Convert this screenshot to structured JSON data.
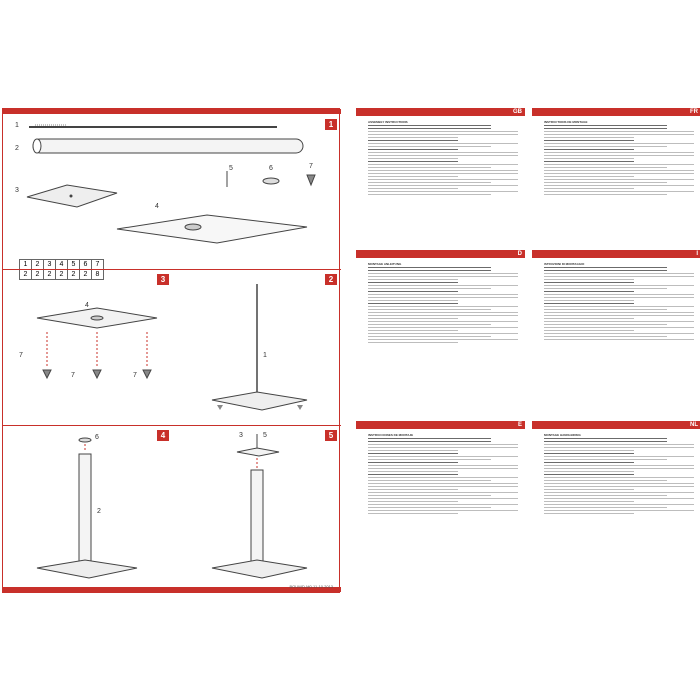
{
  "steps": [
    {
      "num": "1",
      "label": "step-1"
    },
    {
      "num": "2",
      "label": "step-2"
    },
    {
      "num": "3",
      "label": "step-3"
    },
    {
      "num": "4",
      "label": "step-4"
    },
    {
      "num": "5",
      "label": "step-5"
    }
  ],
  "callouts": {
    "s1_rod": "1",
    "s1_tube": "2",
    "s1_base": "3",
    "s1_plate": "4",
    "s1_screw": "5",
    "s1_disc": "6",
    "s1_spike": "7",
    "s2_rod": "1",
    "s2_plate": "4",
    "s2_spike_a": "7",
    "s2_spike_b": "7",
    "s2_spike_c": "7",
    "s3_tube": "2",
    "s3_cap": "6",
    "s4_base": "3",
    "s4_screw": "5"
  },
  "parts_table": {
    "header": [
      "1",
      "2",
      "3",
      "4",
      "5",
      "6",
      "7"
    ],
    "qty": [
      "2",
      "2",
      "2",
      "2",
      "2",
      "2",
      "8"
    ]
  },
  "footer_code": "BOUWD-M0-11-10 2013",
  "languages": [
    {
      "code": "GB",
      "title": "ASSEMBLY INSTRUCTIONS"
    },
    {
      "code": "FR",
      "title": "INSTRUCTIONS DE MONTAGE"
    },
    {
      "code": "D",
      "title": "MONTAGE ANLEITUNG"
    },
    {
      "code": "I",
      "title": "ISTRUZIONI DI MONTAGGIO"
    },
    {
      "code": "E",
      "title": "INSTRUCCIONES DE MONTAJE"
    },
    {
      "code": "NL",
      "title": "MONTAGE HANDLEIDING"
    }
  ],
  "colors": {
    "accent": "#c8302a"
  }
}
